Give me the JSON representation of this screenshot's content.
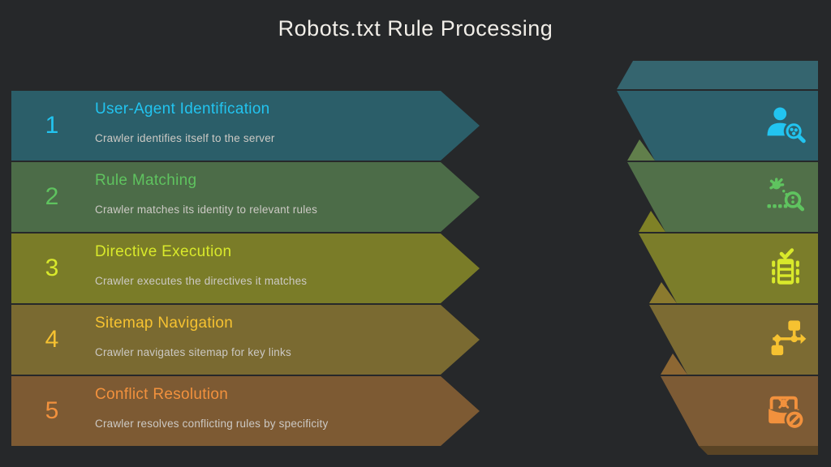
{
  "title": "Robots.txt Rule Processing",
  "colors": {
    "background": "#26282a",
    "title_text": "#f1eee8",
    "description_text": "#ccc9c4"
  },
  "ribbon": {
    "top_fold_color": "#35656f",
    "bottom_fold_color": "#5a4425"
  },
  "steps": [
    {
      "number": "1",
      "title": "User-Agent Identification",
      "description": "Crawler identifies itself to the server",
      "icon": "user-search-icon",
      "colors": {
        "band": "#2b5e69",
        "ribbon": "#2d606c",
        "accent": "#22c4f0"
      }
    },
    {
      "number": "2",
      "title": "Rule Matching",
      "description": "Crawler matches its identity to relevant rules",
      "icon": "bug-search-icon",
      "colors": {
        "band": "#4c6c48",
        "ribbon": "#517049",
        "accent": "#5fc35f",
        "fold": "#617f4b"
      }
    },
    {
      "number": "3",
      "title": "Directive Execution",
      "description": "Crawler executes the directives it matches",
      "icon": "directive-checklist-icon",
      "colors": {
        "band": "#7a7c28",
        "ribbon": "#7b7d2a",
        "accent": "#d9e92b",
        "fold": "#7f8126"
      }
    },
    {
      "number": "4",
      "title": "Sitemap Navigation",
      "description": "Crawler navigates sitemap for key links",
      "icon": "sitemap-flowchart-icon",
      "colors": {
        "band": "#7a6a31",
        "ribbon": "#7c6b33",
        "accent": "#f6c231",
        "fold": "#8b7a2e"
      }
    },
    {
      "number": "5",
      "title": "Conflict Resolution",
      "description": "Crawler resolves conflicting rules by specificity",
      "icon": "blocked-bug-box-icon",
      "colors": {
        "band": "#7d5a33",
        "ribbon": "#7d5b35",
        "accent": "#f2913d",
        "fold": "#8d6733"
      }
    }
  ]
}
